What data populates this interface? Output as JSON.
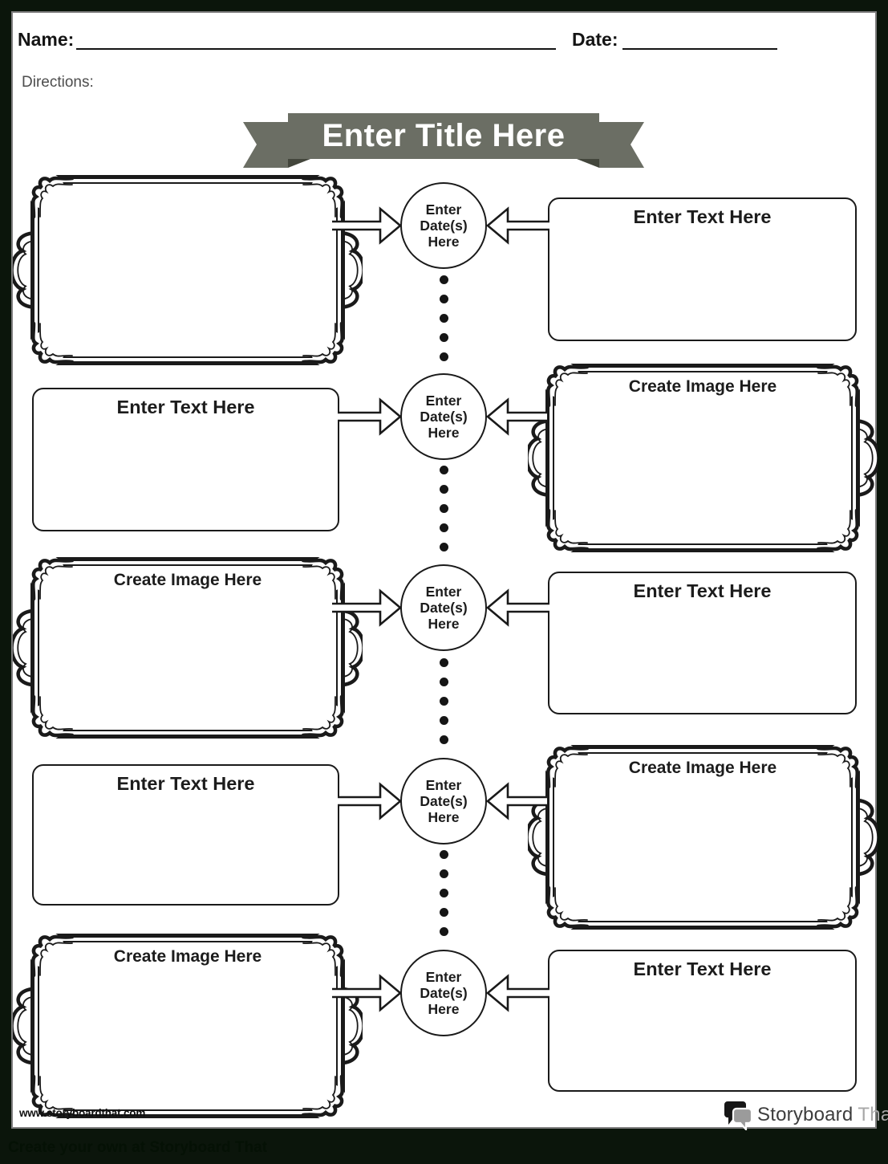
{
  "header": {
    "name_label": "Name:",
    "date_label": "Date:",
    "directions_label": "Directions:"
  },
  "banner": {
    "title": "Enter Title Here"
  },
  "timeline": {
    "date_circle": {
      "line1": "Enter",
      "line2": "Date(s)",
      "line3": "Here"
    },
    "rows": [
      {
        "left_type": "image-frame",
        "left_label": "",
        "right_type": "text-box",
        "right_label": "Enter Text Here"
      },
      {
        "left_type": "text-box",
        "left_label": "Enter Text Here",
        "right_type": "image-frame",
        "right_label": "Create Image Here"
      },
      {
        "left_type": "image-frame",
        "left_label": "Create Image Here",
        "right_type": "text-box",
        "right_label": "Enter Text Here"
      },
      {
        "left_type": "text-box",
        "left_label": "Enter Text Here",
        "right_type": "image-frame",
        "right_label": "Create Image Here"
      },
      {
        "left_type": "image-frame",
        "left_label": "Create Image Here",
        "right_type": "text-box",
        "right_label": "Enter Text Here"
      }
    ]
  },
  "footer": {
    "website_url": "www.storyboardthat.com",
    "logo_text_primary": "Storyboard",
    "logo_text_secondary": "That",
    "promo_text": "Create your own at Storyboard That"
  },
  "colors": {
    "ribbon": "#6b6e64",
    "ribbon_fold": "#43463c",
    "page_background": "#ffffff",
    "surround_background": "#0b150b",
    "page_edge": "#7f7f7f",
    "ink": "#1a1a1a",
    "directions_gray": "#4d4d4d",
    "logo_primary": "#3d3d3d",
    "logo_secondary": "#a8a8a8",
    "promo_text_color": "#051105"
  }
}
